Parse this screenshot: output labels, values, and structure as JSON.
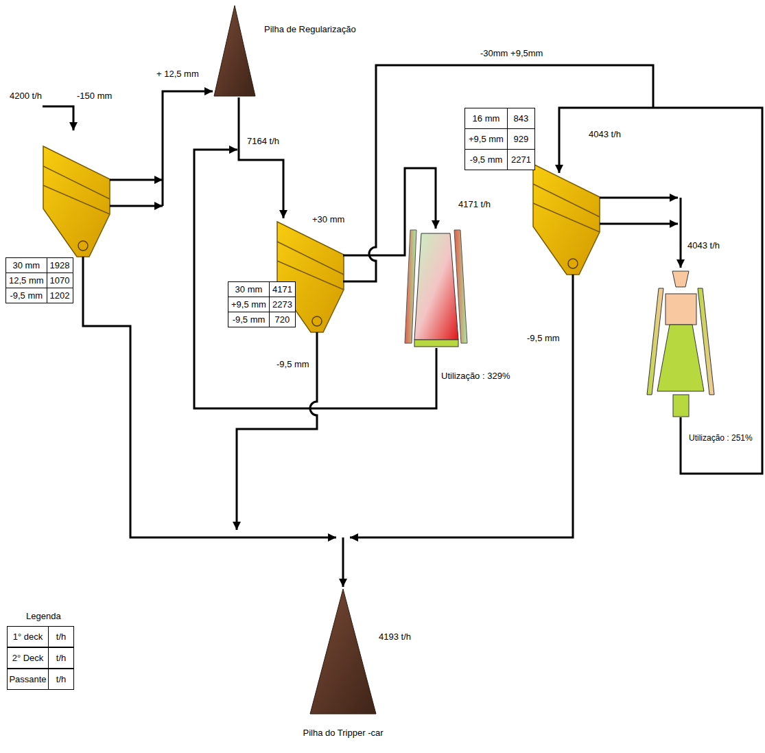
{
  "diagram": {
    "nodes": [
      {
        "text": [
          "Pilha de Regularização"
        ]
      },
      {
        "text": [
          "16 mm",
          "843",
          "+9,5 mm",
          "929",
          "-9,5 mm",
          "2271"
        ]
      },
      {
        "text": [
          "30 mm",
          "4171",
          "+9,5 mm",
          "2273",
          "-9,5 mm",
          "720"
        ]
      },
      {
        "text": [
          "30 mm",
          "1928",
          "12,5 mm",
          "1070",
          "-9,5 mm",
          "1202"
        ]
      },
      {
        "text": [
          "Utilização : 329%"
        ]
      },
      {
        "text": [
          "Utilização : 251%"
        ]
      },
      {
        "text": [
          "Pilha do Tripper -car"
        ]
      }
    ],
    "labels": [
      "4200 t/h",
      "-150 mm",
      "+ 12,5 mm",
      "7164 t/h",
      "-30mm +9,5mm",
      "4043 t/h",
      "+30 mm",
      "4171 t/h",
      "4043 t/h",
      "-9,5 mm",
      "-9,5 mm",
      "4193 t/h",
      "Legenda",
      "t/h",
      "t/h",
      "t/h"
    ],
    "legend": [
      {
        "text": "1° deck"
      },
      {
        "text": "2° Deck"
      },
      {
        "text": "Passante"
      }
    ]
  }
}
